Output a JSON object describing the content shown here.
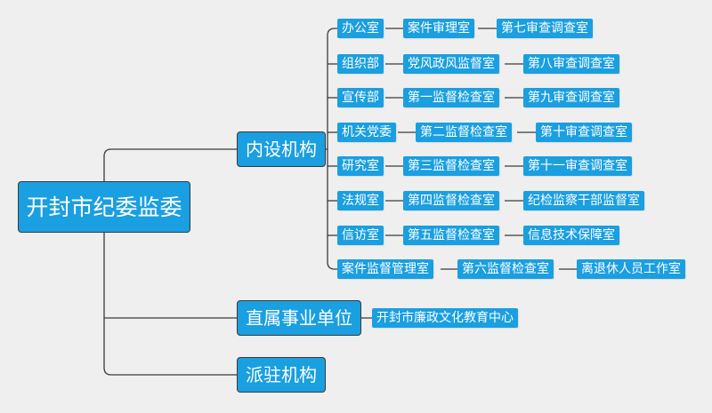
{
  "root": "开封市纪委监委",
  "branches": [
    {
      "label": "内设机构",
      "rows": [
        [
          "办公室",
          "案件审理室",
          "第七审查调查室"
        ],
        [
          "组织部",
          "党风政风监督室",
          "第八审查调查室"
        ],
        [
          "宣传部",
          "第一监督检查室",
          "第九审查调查室"
        ],
        [
          "机关党委",
          "第二监督检查室",
          "第十审查调查室"
        ],
        [
          "研究室",
          "第三监督检查室",
          "第十一审查调查室"
        ],
        [
          "法规室",
          "第四监督检查室",
          "纪检监察干部监督室"
        ],
        [
          "信访室",
          "第五监督检查室",
          "信息技术保障室"
        ],
        [
          "案件监督管理室",
          "第六监督检查室",
          "离退休人员工作室"
        ]
      ]
    },
    {
      "label": "直属事业单位",
      "rows": [
        [
          "开封市廉政文化教育中心"
        ]
      ]
    },
    {
      "label": "派驻机构",
      "rows": []
    }
  ],
  "colors": {
    "node": "#1a9fe0",
    "line": "#3a3a3a",
    "background": "#efefef"
  }
}
